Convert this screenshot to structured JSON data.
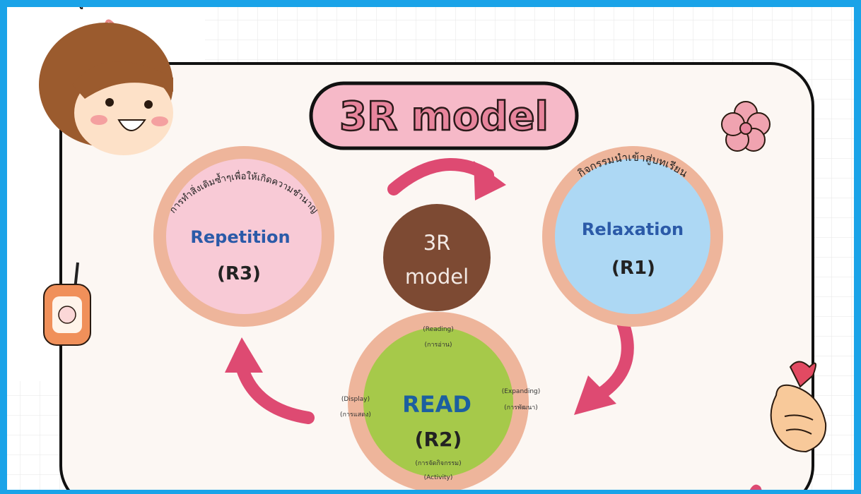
{
  "title": "3R model",
  "center": {
    "line1": "3R",
    "line2": "model"
  },
  "r1": {
    "thai": "กิจกรรมนำเข้าสู่บทเรียน",
    "name": "Relaxation",
    "code": "(R1)"
  },
  "r2": {
    "name": "READ",
    "code": "(R2)",
    "top_en": "(Reading)",
    "top_th": "(การอ่าน)",
    "left_en": "(Display)",
    "left_th": "(การแสดง)",
    "right_en": "(Expanding)",
    "right_th": "(การพัฒนา)",
    "bottom_th": "(การจัดกิจกรรม)",
    "bottom_en": "(Activity)"
  },
  "r3": {
    "thai": "การทำสิ่งเดิมซ้ำๆเพื่อให้เกิดความชำนาญ",
    "name": "Repetition",
    "code": "(R3)"
  },
  "colors": {
    "frame": "#1aa3e8",
    "board": "#fcf7f3",
    "title_pill": "#f6b9c8",
    "title_text": "#e7849c",
    "ring": "#eeb59b",
    "r1_fill": "#add8f4",
    "r2_fill": "#a6c94a",
    "r3_fill": "#f8cad6",
    "center_fill": "#7d4a33",
    "arrow": "#de4a72",
    "label_blue": "#2b5aa8"
  },
  "icons": [
    "girl-face-icon",
    "flower-icon",
    "bubble-tea-icon",
    "finger-heart-icon"
  ]
}
